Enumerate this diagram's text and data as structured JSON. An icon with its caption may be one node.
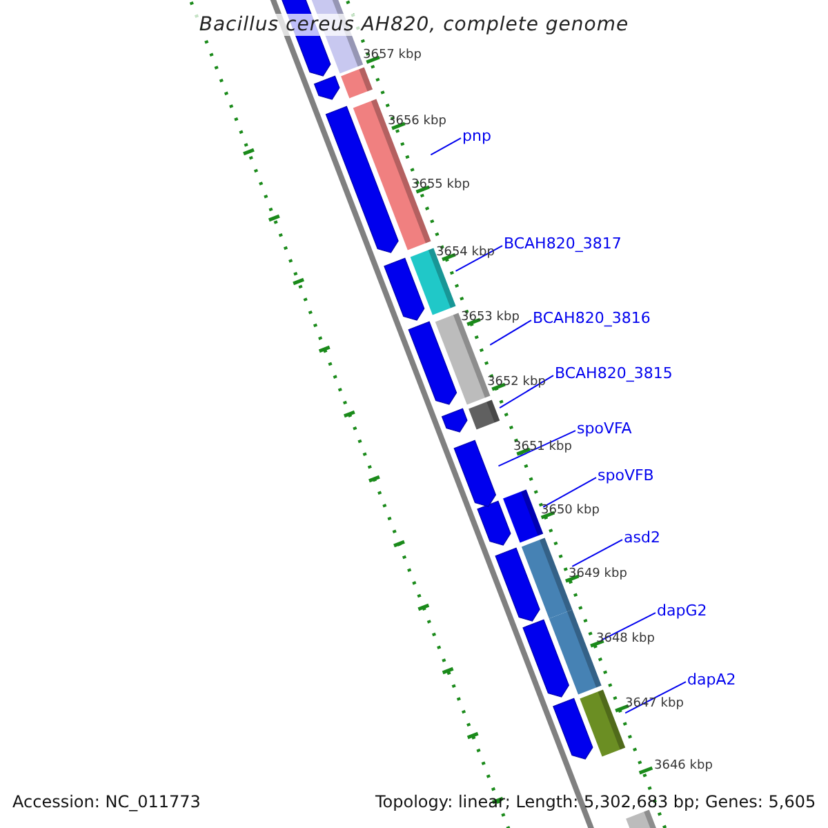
{
  "diagram": {
    "title": "Bacillus cereus AH820, complete genome",
    "nodes": [
      {
        "text": [
          "pnp"
        ]
      },
      {
        "text": [
          "BCAH820_3817"
        ]
      },
      {
        "text": [
          "BCAH820_3816"
        ]
      },
      {
        "text": [
          "BCAH820_3815"
        ]
      },
      {
        "text": [
          "spoVFA"
        ]
      },
      {
        "text": [
          "spoVFB"
        ]
      },
      {
        "text": [
          "asd2"
        ]
      },
      {
        "text": [
          "dapG2"
        ]
      },
      {
        "text": [
          "dapA2"
        ]
      },
      {
        "text": [],
        "shape": "bar"
      },
      {
        "text": [],
        "shape": "bar"
      },
      {
        "text": [],
        "shape": "bar"
      },
      {
        "text": [],
        "shape": "bar"
      },
      {
        "text": [],
        "shape": "box"
      },
      {
        "text": [],
        "shape": "bar"
      },
      {
        "text": [],
        "shape": "bar"
      },
      {
        "text": [],
        "shape": "bar"
      },
      {
        "text": [],
        "shape": "bar"
      },
      {
        "text": [],
        "shape": "box"
      }
    ],
    "edges": [
      {
        "from": 0,
        "to": 9,
        "arrow": "none"
      },
      {
        "from": 1,
        "to": 10,
        "arrow": "none"
      },
      {
        "from": 2,
        "to": 11,
        "arrow": "none"
      },
      {
        "from": 3,
        "to": 12,
        "arrow": "none"
      },
      {
        "from": 4,
        "to": 13,
        "arrow": "none"
      },
      {
        "from": 5,
        "to": 14,
        "arrow": "none"
      },
      {
        "from": 6,
        "to": 15,
        "arrow": "none"
      },
      {
        "from": 7,
        "to": 16,
        "arrow": "none"
      },
      {
        "from": 8,
        "to": 17,
        "arrow": "none"
      }
    ],
    "labels": [
      "3657 kbp",
      "3656 kbp",
      "3655 kbp",
      "3654 kbp",
      "3653 kbp",
      "3652 kbp",
      "3651 kbp",
      "3650 kbp",
      "3649 kbp",
      "3648 kbp",
      "3647 kbp",
      "3646 kbp",
      "Accession: NC_011773",
      "Topology: linear; Length: 5,302,683 bp; Genes: 5,605"
    ]
  }
}
